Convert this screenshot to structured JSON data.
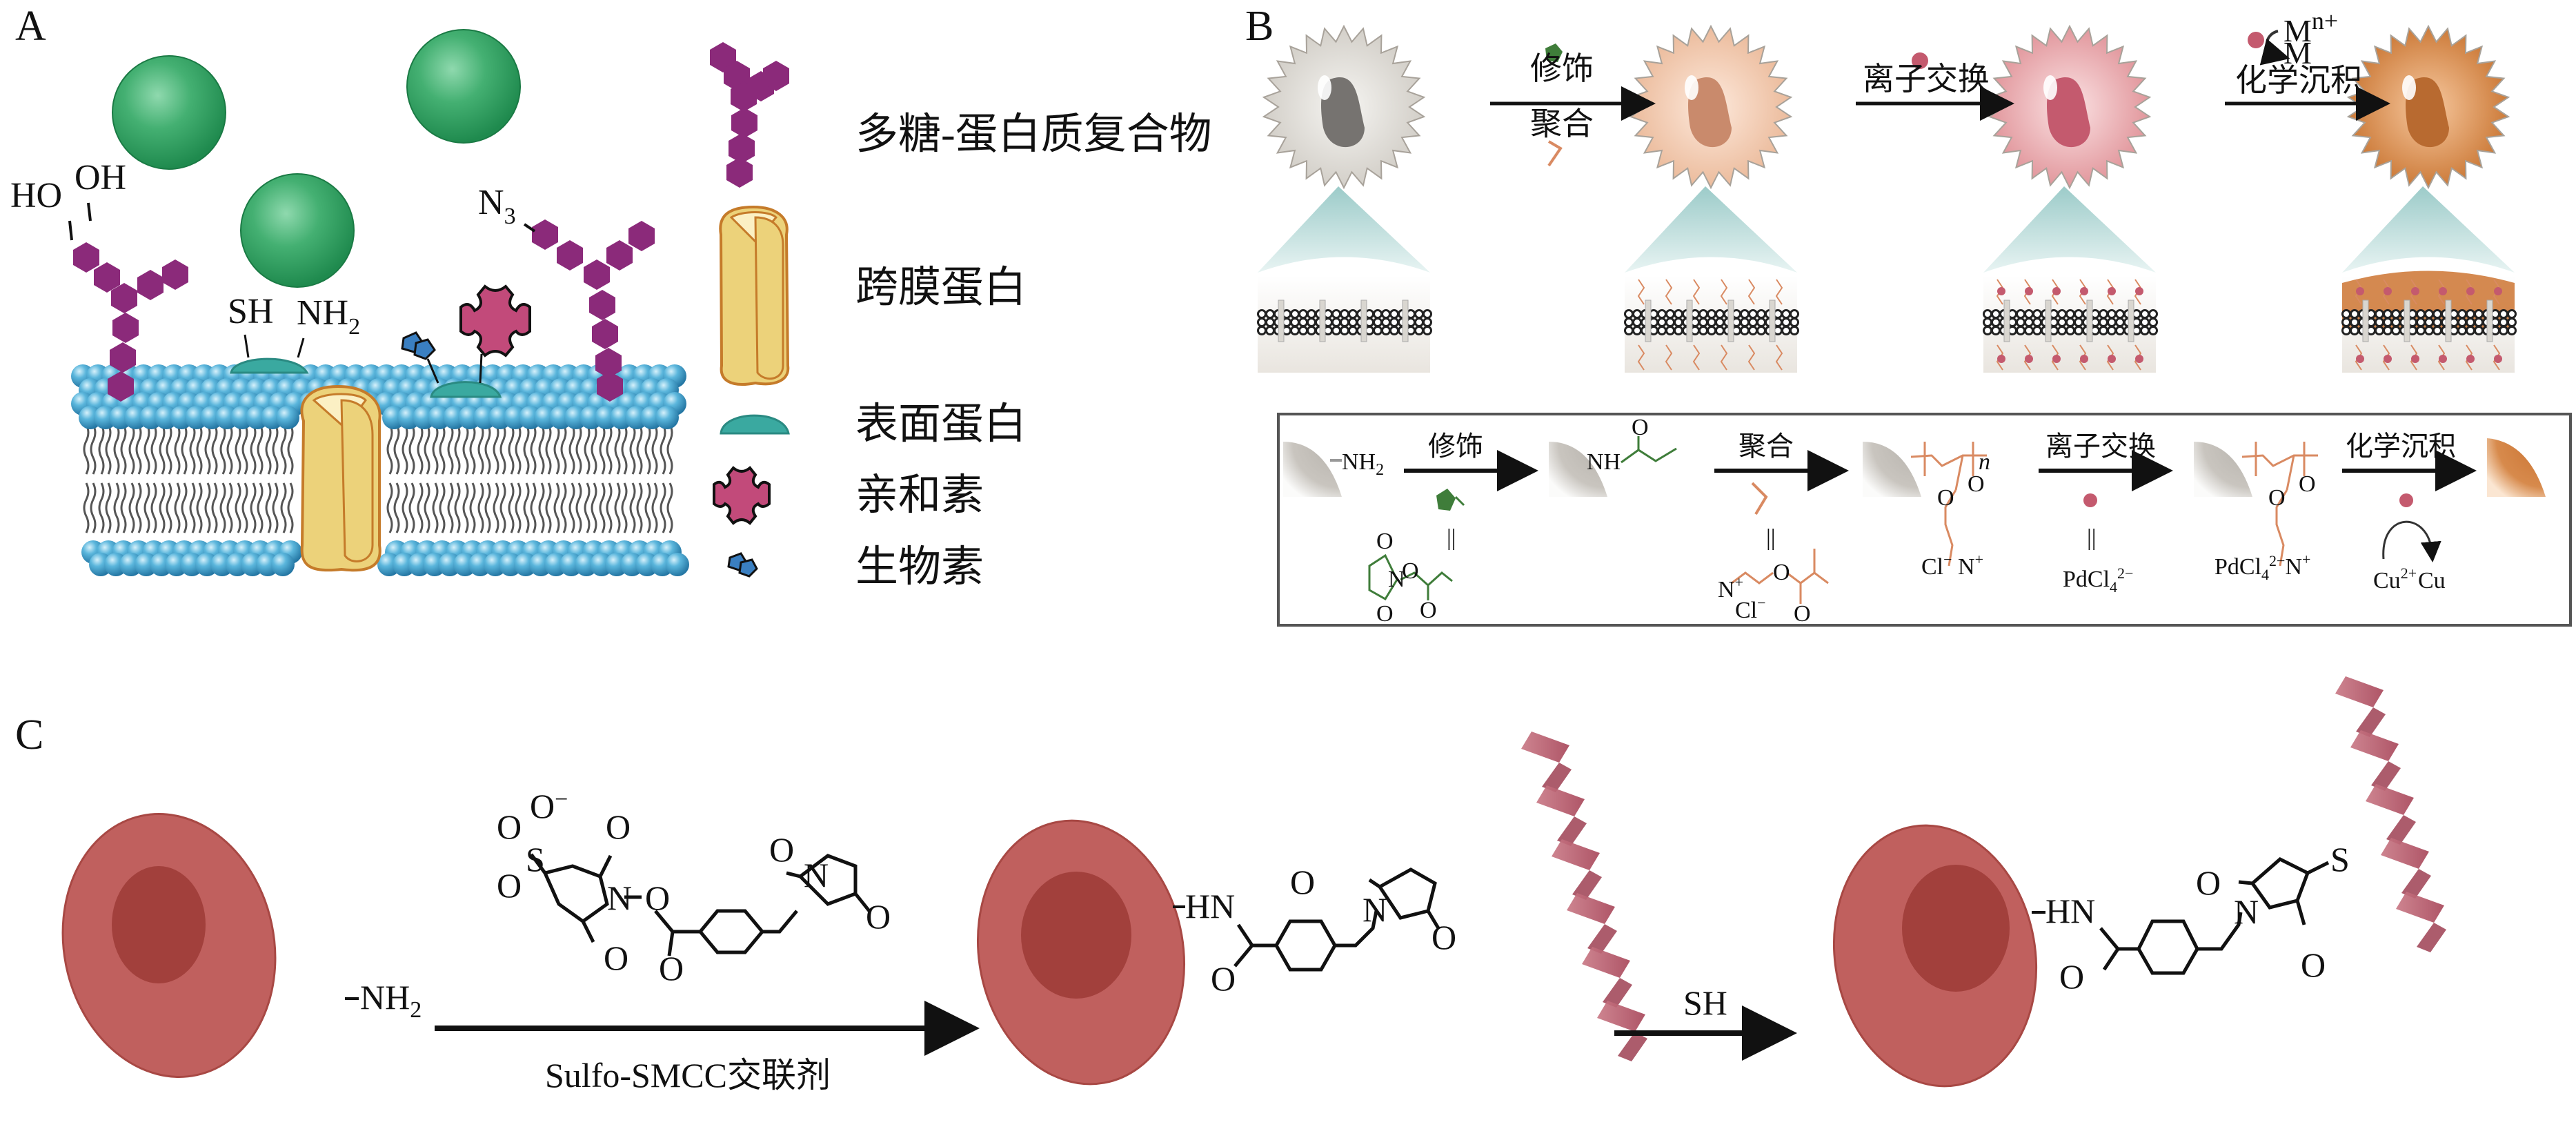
{
  "figure": {
    "panels": {
      "A": {
        "label": "A",
        "membrane_labels": {
          "ho": "HO",
          "oh": "OH",
          "sh": "SH",
          "nh": "NH",
          "nh_sub": "2",
          "n3": "N",
          "n3_sub": "3"
        },
        "legend": [
          {
            "icon": "glycoprotein-icon",
            "label": "多糖-蛋白质复合物"
          },
          {
            "icon": "transmembrane-protein-icon",
            "label": "跨膜蛋白"
          },
          {
            "icon": "surface-protein-icon",
            "label": "表面蛋白"
          },
          {
            "icon": "avidin-icon",
            "label": "亲和素"
          },
          {
            "icon": "biotin-icon",
            "label": "生物素"
          }
        ],
        "colors": {
          "sphere": "#3fae6e",
          "sugar": "#8b2a7a",
          "lipid_head": "#4aa8d0",
          "transmembrane": "#ecd27a",
          "surface_protein": "#3aa9a0",
          "avidin": "#c24a7a",
          "biotin": "#3a7fc1"
        }
      },
      "B": {
        "label": "B",
        "top_steps": [
          {
            "label_top": "修饰",
            "label_bottom": "聚合"
          },
          {
            "label_top": "离子交换",
            "label_bottom": ""
          },
          {
            "label_top": "化学沉积",
            "label_bottom": "",
            "m_ion": "M",
            "m_ion_sup": "n+",
            "m_metal": "M"
          }
        ],
        "cell_colors": [
          "#d9d6d0",
          "#f1c9ad",
          "#e9a3a8",
          "#d9884a"
        ],
        "scheme": {
          "start_group": "NH",
          "start_group_sub": "2",
          "step1_label": "修饰",
          "step1_intermediate": "NH",
          "step2_label": "聚合",
          "step3_label": "离子交换",
          "step4_label": "化学沉积",
          "equals": "||",
          "o": "O",
          "n": "N",
          "n_plus": "N",
          "plus": "+",
          "cl": "Cl",
          "minus": "−",
          "repeat_n": "n",
          "pdcl4": "PdCl",
          "pdcl4_sub": "4",
          "pdcl4_sup": "2−",
          "cu_ion": "Cu",
          "cu_ion_sup": "2+",
          "cu_metal": "Cu"
        }
      },
      "C": {
        "label": "C",
        "nh2": "NH",
        "nh2_sub": "2",
        "crosslinker_label": "Sulfo-SMCC交联剂",
        "sh_label": "SH",
        "hn": "HN",
        "n": "N",
        "o": "O",
        "s": "S",
        "o_minus": "−",
        "cell_color": "#c0605e",
        "nucleus_color": "#a2403c",
        "helix_color": "#b85b6c"
      }
    }
  }
}
